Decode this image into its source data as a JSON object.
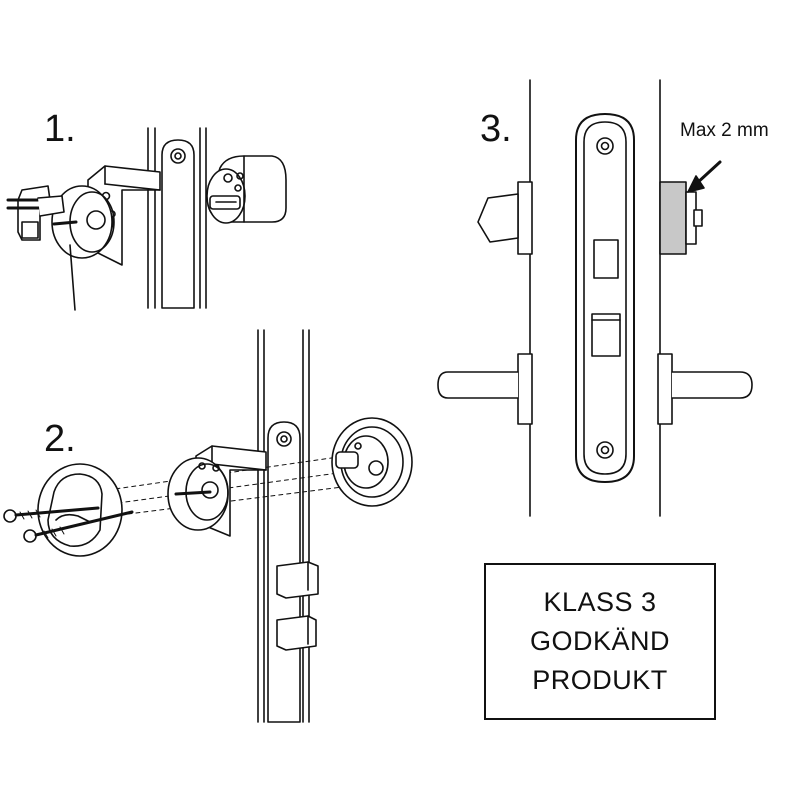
{
  "steps": {
    "step1": "1.",
    "step2": "2.",
    "step3": "3."
  },
  "annotation": {
    "max_gap": "Max 2 mm"
  },
  "certification": {
    "line1": "KLASS 3",
    "line2": "GODKÄND",
    "line3": "PRODUKT"
  },
  "colors": {
    "stroke": "#111111",
    "gap_shade": "#c8c8c8",
    "background": "#ffffff"
  }
}
